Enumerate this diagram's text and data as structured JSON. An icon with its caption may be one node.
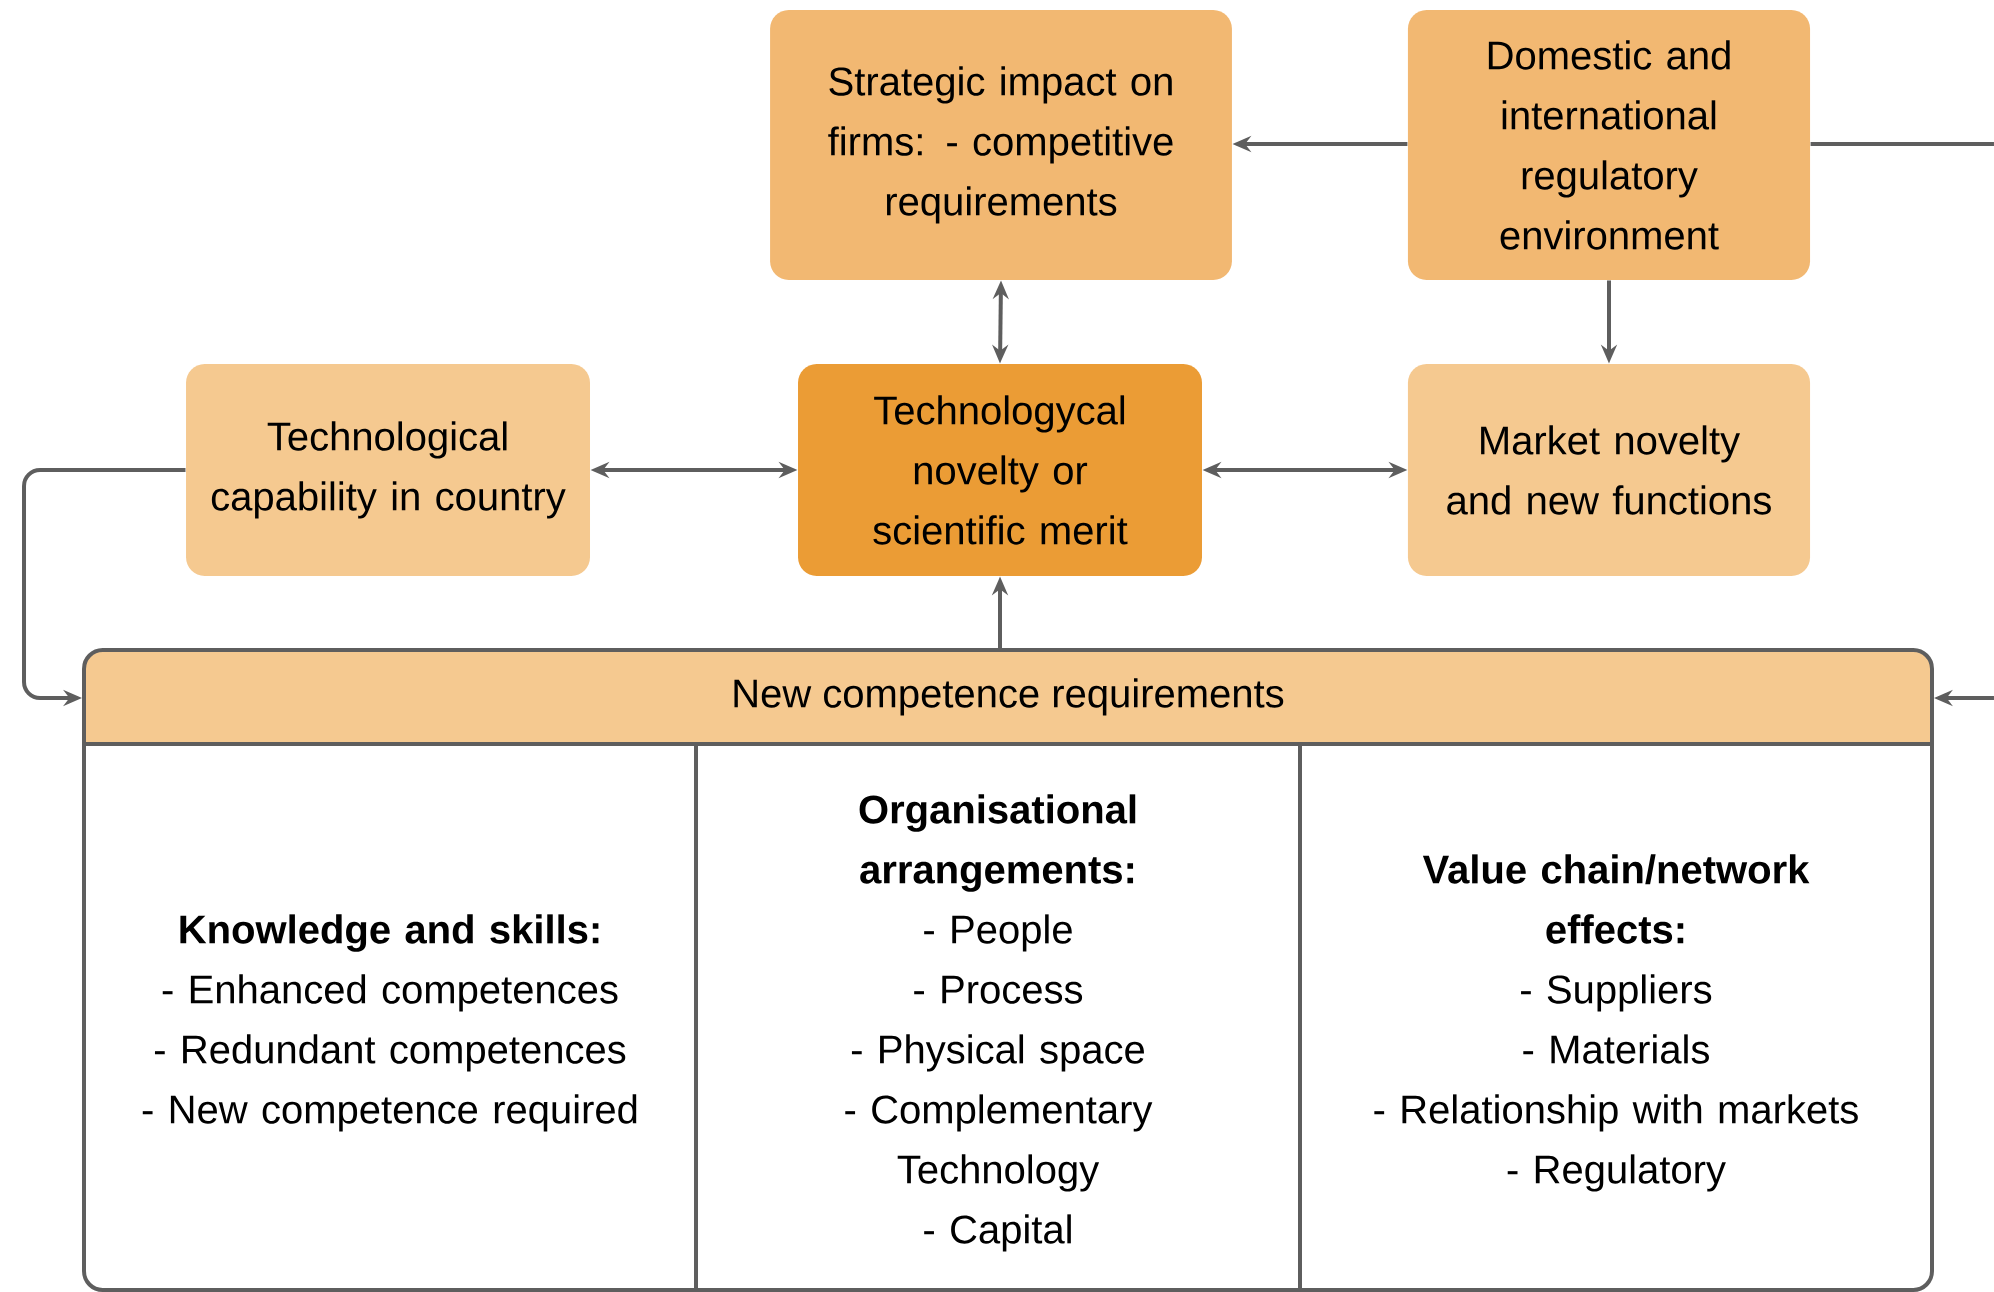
{
  "diagram": {
    "nodes": [
      {
        "text": [
          "Strategic impact on firms: - competitive requirements"
        ]
      },
      {
        "text": [
          "Domestic and international regulatory environment"
        ]
      },
      {
        "text": [
          "Technological capability in country"
        ]
      },
      {
        "text": [
          "Technologycal novelty or scientific merit"
        ]
      },
      {
        "text": [
          "Market novelty and new functions"
        ]
      },
      {
        "text": [
          "New competence requirements"
        ]
      },
      {
        "text": [
          "Knowledge and skills:",
          "- Enhanced competences",
          "- Redundant competences",
          "- New competence required"
        ],
        "in": 5
      },
      {
        "text": [
          "Organisational arrangements:",
          "- People",
          "- Process",
          "- Physical space",
          "- Complementary Technology",
          "- Capital"
        ],
        "in": 5
      },
      {
        "text": [
          "Value chain/network effects:",
          "- Suppliers",
          "- Materials",
          "- Relationship with markets",
          "- Regulatory"
        ],
        "in": 5
      }
    ],
    "edges": [
      {
        "from": 1,
        "to": 0,
        "arrow": "to"
      },
      {
        "from": 1,
        "to": 4,
        "arrow": "to"
      },
      {
        "from": 0,
        "to": 3,
        "arrow": "both"
      },
      {
        "from": 2,
        "to": 3,
        "arrow": "both"
      },
      {
        "from": 3,
        "to": 4,
        "arrow": "both"
      },
      {
        "from": 5,
        "to": 3,
        "arrow": "to"
      },
      {
        "from": 2,
        "to": 5,
        "arrow": "to"
      },
      {
        "from": 1,
        "to": 5,
        "arrow": "to"
      }
    ]
  }
}
